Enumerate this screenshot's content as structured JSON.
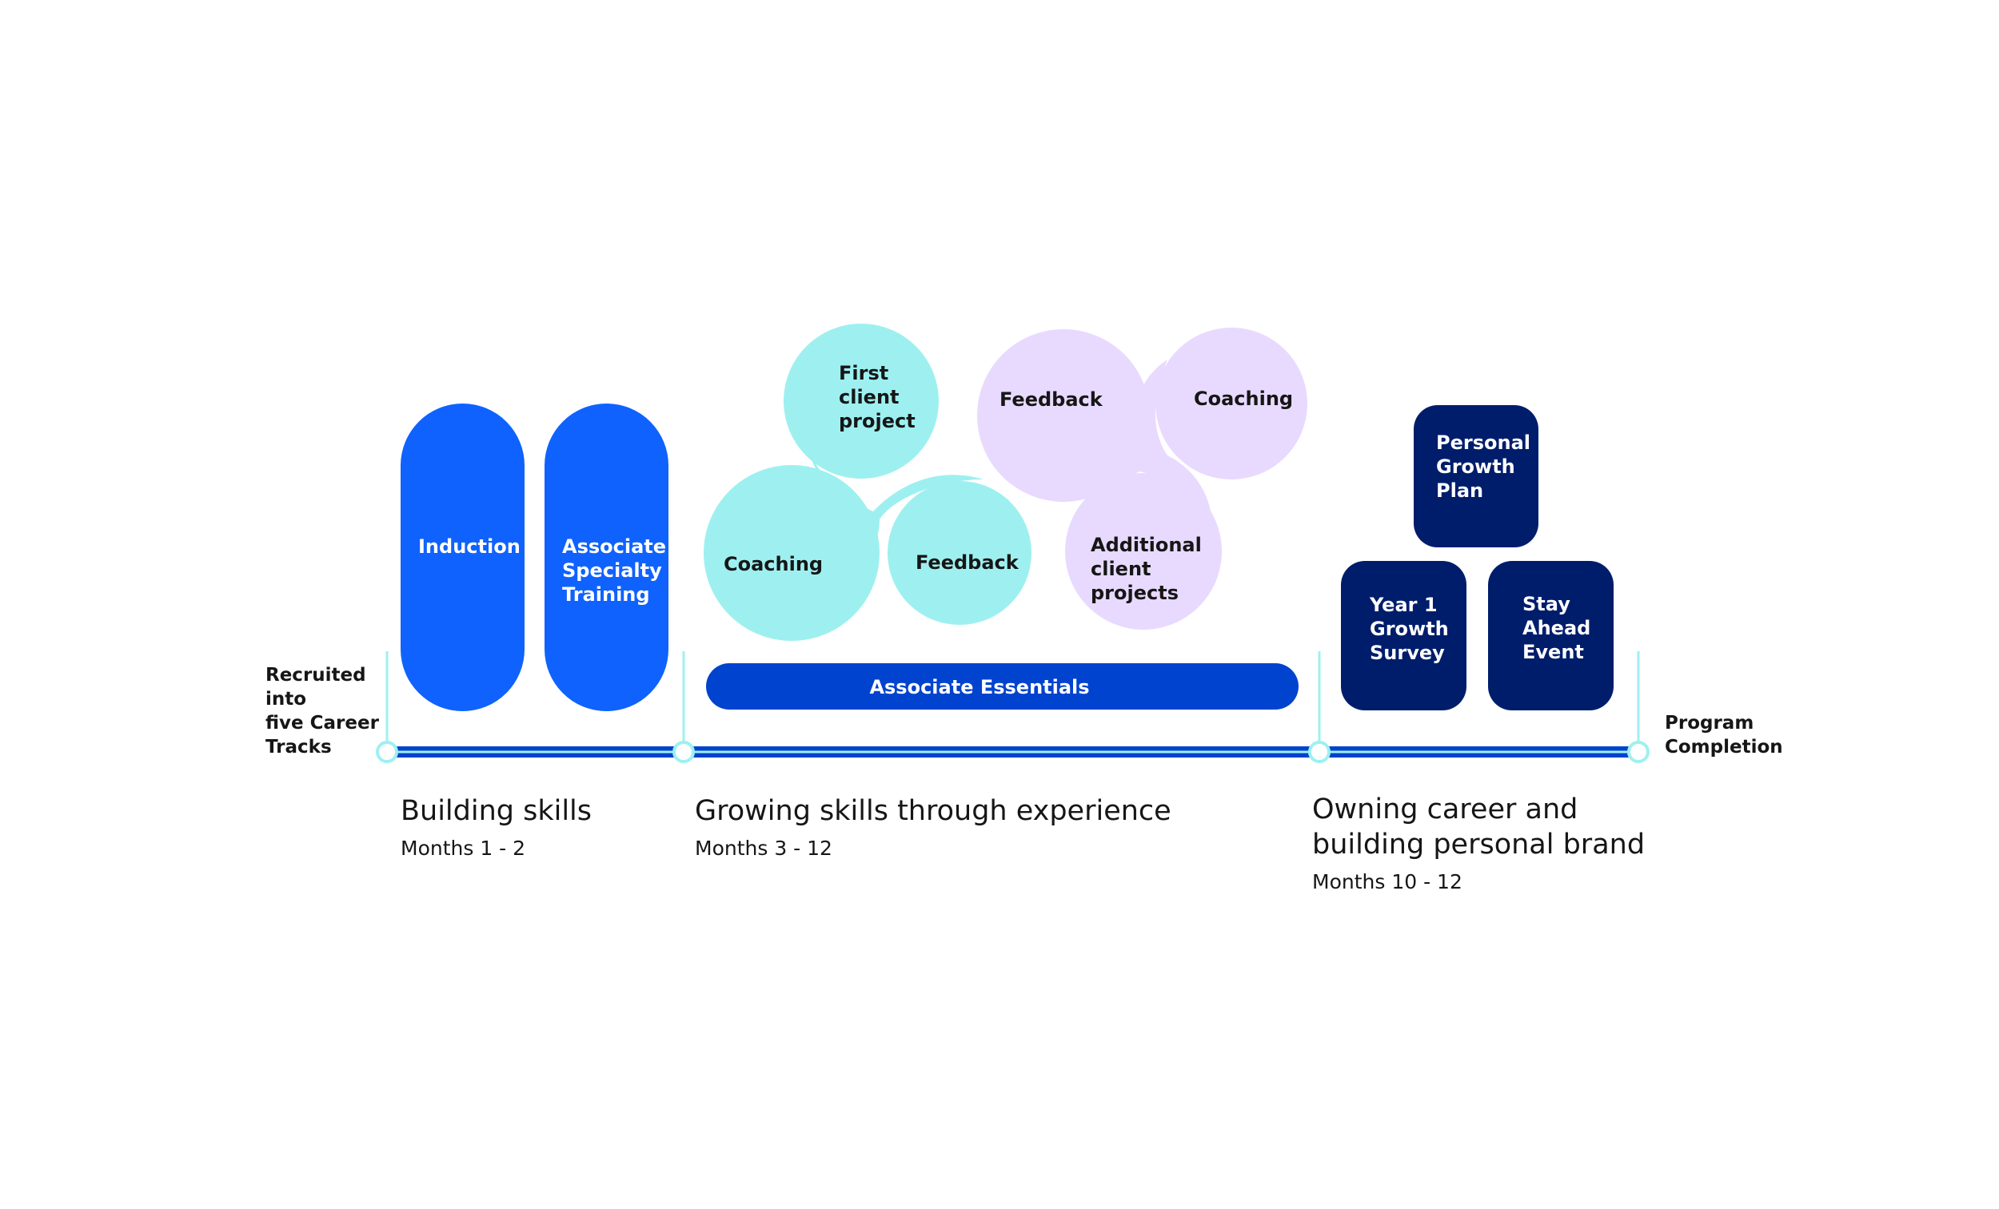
{
  "colors": {
    "bright_blue": "#0f62fe",
    "medium_blue": "#0043ce",
    "navy": "#001d6c",
    "cyan": "#9ef0f0",
    "lavender": "#e8daff",
    "timeline": "#0043ce",
    "tick": "#9ef0f0"
  },
  "start_label": [
    "Recruited",
    "into",
    "five Career",
    "Tracks"
  ],
  "end_label": [
    "Program",
    "Completion"
  ],
  "building": {
    "pill_induction": [
      "Induction"
    ],
    "pill_training": [
      "Associate",
      "Specialty",
      "Training"
    ],
    "title": [
      "Building skills"
    ],
    "months": "Months 1 - 2"
  },
  "growing": {
    "cyan_first_project": [
      "First",
      "client",
      "project"
    ],
    "cyan_coaching": [
      "Coaching"
    ],
    "cyan_feedback": [
      "Feedback"
    ],
    "lav_feedback": [
      "Feedback"
    ],
    "lav_coaching": [
      "Coaching"
    ],
    "lav_additional": [
      "Additional",
      "client",
      "projects"
    ],
    "essentials": "Associate Essentials",
    "title": [
      "Growing skills through experience"
    ],
    "months": "Months 3 - 12"
  },
  "owning": {
    "personal_growth_plan": [
      "Personal",
      "Growth",
      "Plan"
    ],
    "growth_survey": [
      "Year 1",
      "Growth",
      "Survey"
    ],
    "stay_ahead": [
      "Stay",
      "Ahead",
      "Event"
    ],
    "title": [
      "Owning career and",
      "building personal brand"
    ],
    "months": "Months 10 - 12"
  }
}
